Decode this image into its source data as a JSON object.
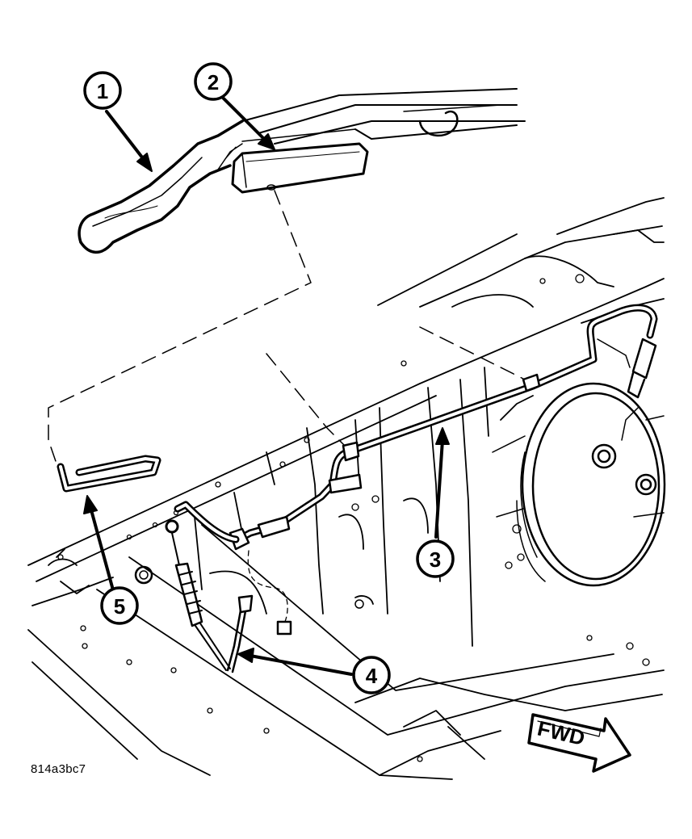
{
  "figure_code": "814a3bc7",
  "direction_label": "FWD",
  "callouts": [
    {
      "id": "1"
    },
    {
      "id": "2"
    },
    {
      "id": "3"
    },
    {
      "id": "4"
    },
    {
      "id": "5"
    }
  ],
  "colors": {
    "line": "#000000",
    "background": "#ffffff",
    "fill": "#ffffff"
  }
}
